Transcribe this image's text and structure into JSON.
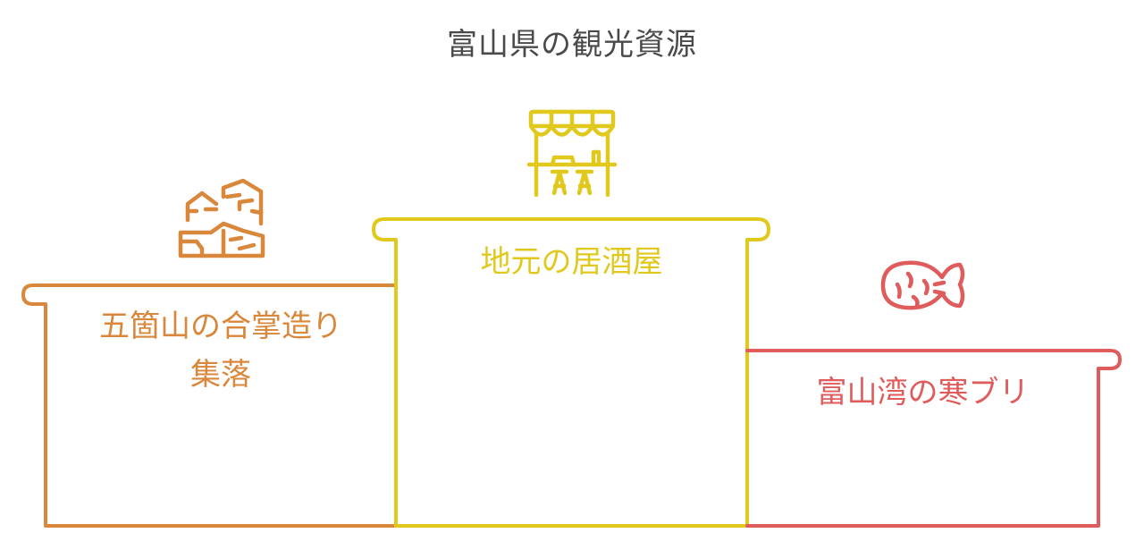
{
  "title": "富山県の観光資源",
  "colors": {
    "orange": "#D9873A",
    "yellow": "#E0C91C",
    "red": "#E05C5C",
    "title": "#4A4A4A"
  },
  "podium": [
    {
      "rank_position": "left",
      "label": "五箇山の合掌造り集落",
      "label_lines": [
        "五箇山の合掌造り",
        "集落"
      ],
      "icon": "village-houses-icon",
      "color": "#D9873A"
    },
    {
      "rank_position": "center",
      "label": "地元の居酒屋",
      "label_lines": [
        "地元の居酒屋"
      ],
      "icon": "food-stall-icon",
      "color": "#E0C91C"
    },
    {
      "rank_position": "right",
      "label": "富山湾の寒ブリ",
      "label_lines": [
        "富山湾の寒ブリ"
      ],
      "icon": "fish-icon",
      "color": "#E05C5C"
    }
  ]
}
